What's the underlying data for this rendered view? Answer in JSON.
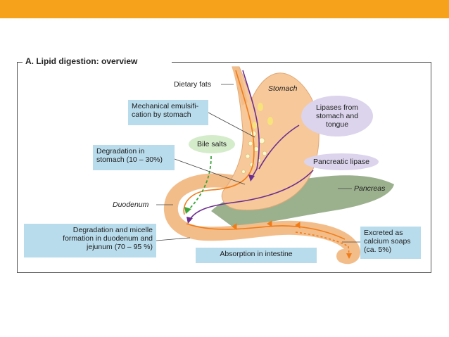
{
  "title": "A. Lipid digestion: overview",
  "labels": {
    "dietary_fats": "Dietary fats",
    "stomach": "Stomach",
    "mechanical": [
      "Mechanical emulsifi-",
      "cation by stomach"
    ],
    "lipases": [
      "Lipases from",
      "stomach and",
      "tongue"
    ],
    "bile_salts": "Bile salts",
    "degradation_stomach": [
      "Degradation in",
      "stomach (10 – 30%)"
    ],
    "pancreatic_lipase": "Pancreatic lipase",
    "pancreas": "Pancreas",
    "duodenum": "Duodenum",
    "degradation_micelle": [
      "Degradation and micelle",
      "formation in duodenum and",
      "jejunum (70 – 95 %)"
    ],
    "absorption": "Absorption in intestine",
    "excreted": [
      "Excreted as",
      "calcium soaps",
      "(ca. 5%)"
    ]
  },
  "colors": {
    "header": "#f7a21b",
    "callout": "#b9dcec",
    "stomach": "#f6c89a",
    "pancreas": "#8aa379",
    "flow_orange": "#f07c18",
    "flow_purple": "#6b2d8f",
    "flow_green": "#3aa63a"
  }
}
